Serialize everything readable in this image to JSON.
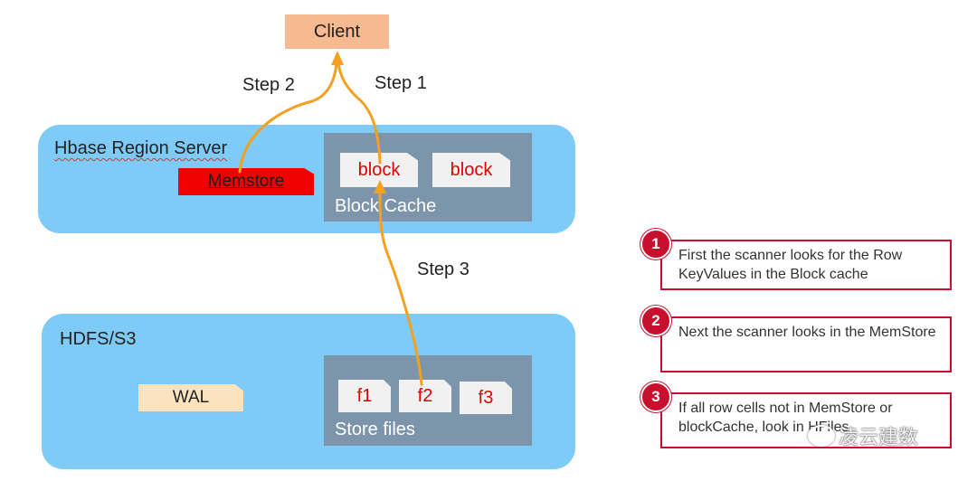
{
  "client": {
    "label": "Client",
    "color": "#f7b98f"
  },
  "steps": {
    "step1": "Step 1",
    "step2": "Step 2",
    "step3": "Step 3"
  },
  "region_server": {
    "title": "Hbase Region Server",
    "memstore": "Memstore",
    "block_cache": {
      "label": "Block Cache",
      "blocks": [
        "block",
        "block"
      ]
    }
  },
  "hdfs": {
    "title": "HDFS/S3",
    "wal": "WAL",
    "store_files": {
      "label": "Store files",
      "files": [
        "f1",
        "f2",
        "f3"
      ]
    }
  },
  "notes": [
    {
      "number": "1",
      "text": "First the scanner looks for the Row KeyValues in the Block cache"
    },
    {
      "number": "2",
      "text": "Next the scanner looks in the MemStore"
    },
    {
      "number": "3",
      "text": "If all row cells not in MemStore or blockCache, look in HFiles"
    }
  ],
  "watermark": "凌云建数",
  "colors": {
    "region_bg": "#7fcbf7",
    "panel_bg": "#7d95ab",
    "memstore_bg": "#f00000",
    "arrow": "#f4a020",
    "note_border": "#c8102e"
  }
}
